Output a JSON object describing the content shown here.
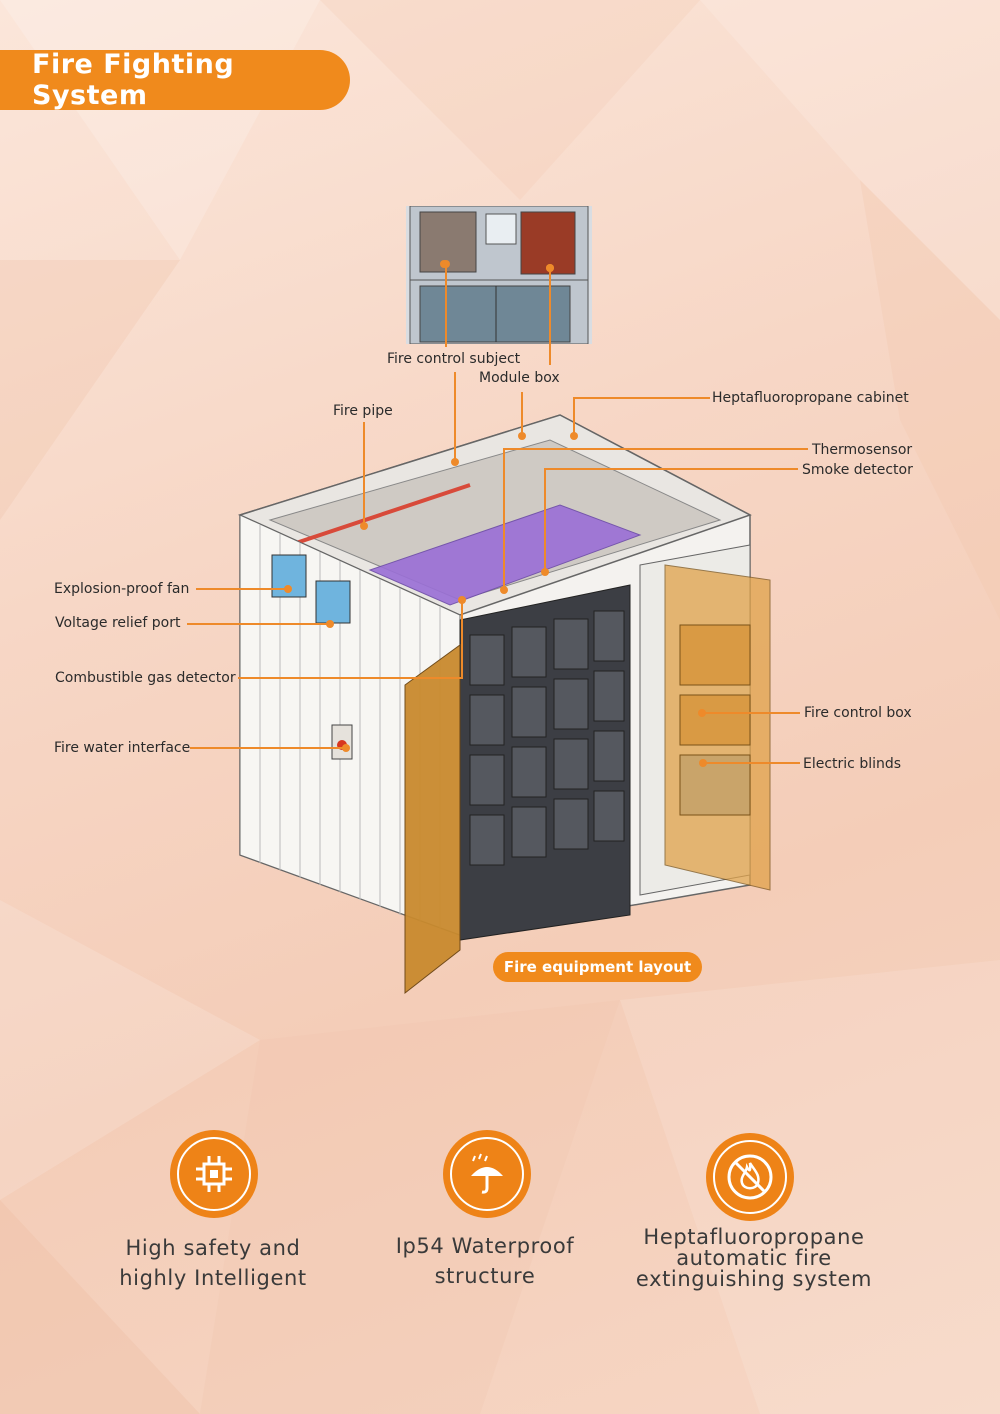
{
  "header": {
    "title": "Fire Fighting System"
  },
  "diagram": {
    "caption": "Fire equipment layout",
    "labels": {
      "fire_control_subject": "Fire control subject",
      "module_box": "Module box",
      "fire_pipe": "Fire pipe",
      "heptafluoropropane_cabinet": "Heptafluoropropane cabinet",
      "thermosensor": "Thermosensor",
      "smoke_detector": "Smoke detector",
      "explosion_proof_fan": "Explosion-proof fan",
      "voltage_relief_port": "Voltage relief port",
      "combustible_gas_detector": "Combustible gas detector",
      "fire_water_interface": "Fire water interface",
      "fire_control_box": "Fire control box",
      "electric_blinds": "Electric blinds"
    }
  },
  "features": [
    {
      "line1": "High safety and",
      "line2": "highly Intelligent",
      "icon": "chip-icon"
    },
    {
      "line1": "Ip54 Waterproof",
      "line2": "structure",
      "icon": "umbrella-rain-icon"
    },
    {
      "line1": "Heptafluoropropane",
      "line2": "automatic fire",
      "line3": "extinguishing system",
      "icon": "no-fire-icon"
    }
  ],
  "colors": {
    "accent": "#f08a1c",
    "leader_line": "#ee8a2a",
    "cabinet_purple": "#9a6fd6",
    "door_orange": "#c98a2e"
  }
}
